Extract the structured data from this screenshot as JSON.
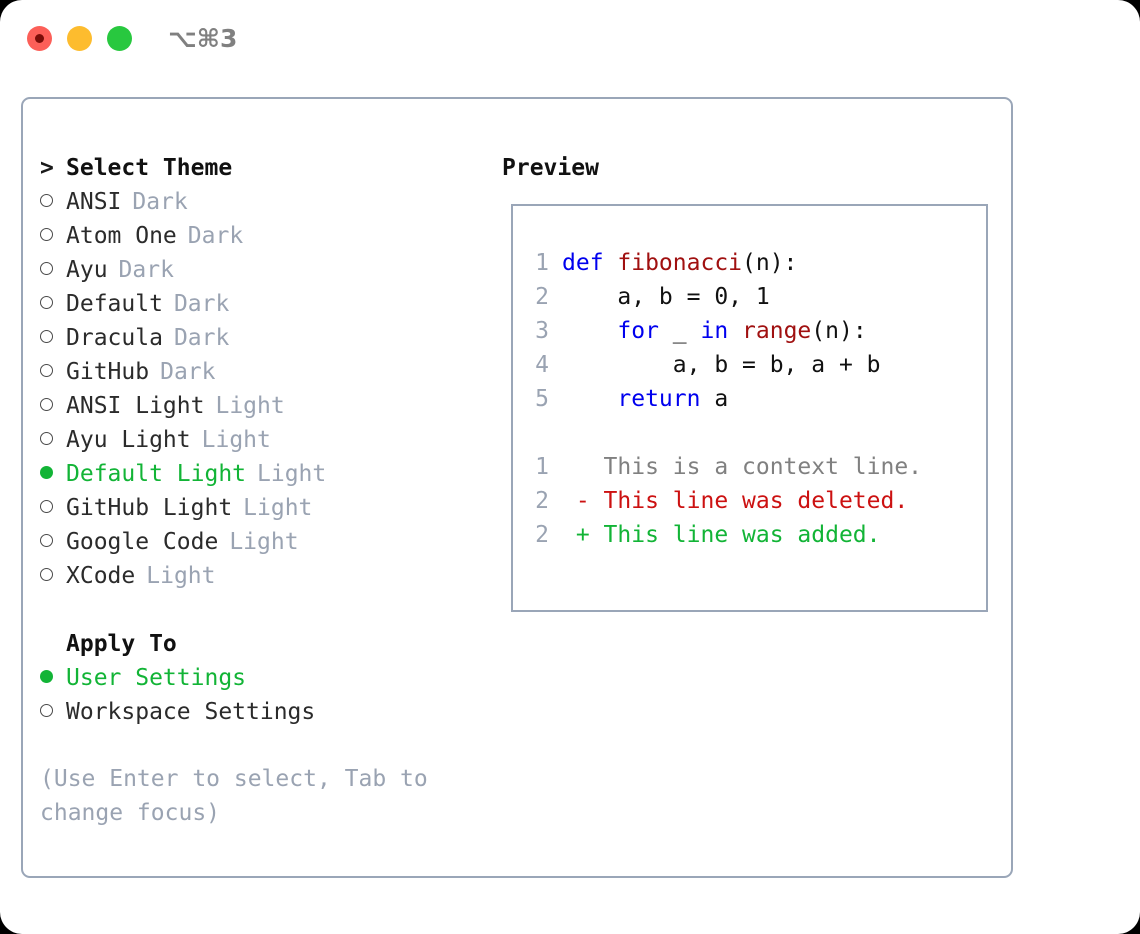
{
  "titlebar": {
    "shortcut": "⌥⌘3",
    "buttons": [
      {
        "name": "close",
        "color": "#fc5f58"
      },
      {
        "name": "minimize",
        "color": "#fdbc2e"
      },
      {
        "name": "maximize",
        "color": "#28c83f"
      }
    ]
  },
  "accent_color": "#12b436",
  "selector": {
    "header": {
      "prompt": ">",
      "label": "Select Theme"
    },
    "items": [
      {
        "marker": "○",
        "label": "ANSI",
        "tag": "Dark",
        "selected": false
      },
      {
        "marker": "○",
        "label": "Atom One",
        "tag": "Dark",
        "selected": false
      },
      {
        "marker": "○",
        "label": "Ayu",
        "tag": "Dark",
        "selected": false
      },
      {
        "marker": "○",
        "label": "Default",
        "tag": "Dark",
        "selected": false
      },
      {
        "marker": "○",
        "label": "Dracula",
        "tag": "Dark",
        "selected": false
      },
      {
        "marker": "○",
        "label": "GitHub",
        "tag": "Dark",
        "selected": false
      },
      {
        "marker": "○",
        "label": "ANSI Light",
        "tag": "Light",
        "selected": false
      },
      {
        "marker": "○",
        "label": "Ayu Light",
        "tag": "Light",
        "selected": false
      },
      {
        "marker": "●",
        "label": "Default Light",
        "tag": "Light",
        "selected": true
      },
      {
        "marker": "○",
        "label": "GitHub Light",
        "tag": "Light",
        "selected": false
      },
      {
        "marker": "○",
        "label": "Google Code",
        "tag": "Light",
        "selected": false
      },
      {
        "marker": "○",
        "label": "XCode",
        "tag": "Light",
        "selected": false
      }
    ]
  },
  "apply_to": {
    "header": "Apply To",
    "items": [
      {
        "marker": "●",
        "label": "User Settings",
        "selected": true
      },
      {
        "marker": "○",
        "label": "Workspace Settings",
        "selected": false
      }
    ]
  },
  "hint": "(Use Enter to select, Tab to change focus)",
  "preview": {
    "title": "Preview",
    "code_lines": [
      {
        "num": "1",
        "tokens": [
          {
            "t": "def ",
            "c": "kw"
          },
          {
            "t": "fibonacci",
            "c": "fn"
          },
          {
            "t": "(n):",
            "c": "plain"
          }
        ]
      },
      {
        "num": "2",
        "tokens": [
          {
            "t": "    a, b = 0, 1",
            "c": "plain"
          }
        ]
      },
      {
        "num": "3",
        "tokens": [
          {
            "t": "    for ",
            "c": "kw"
          },
          {
            "t": "_ ",
            "c": "plain"
          },
          {
            "t": "in ",
            "c": "kw"
          },
          {
            "t": "range",
            "c": "fn"
          },
          {
            "t": "(n):",
            "c": "plain"
          }
        ]
      },
      {
        "num": "4",
        "tokens": [
          {
            "t": "        a, b = b, a + b",
            "c": "plain"
          }
        ]
      },
      {
        "num": "5",
        "tokens": [
          {
            "t": "    return ",
            "c": "kw"
          },
          {
            "t": "a",
            "c": "plain"
          }
        ]
      }
    ],
    "diff_lines": [
      {
        "num": "1",
        "text": "   This is a context line.",
        "kind": "ctx"
      },
      {
        "num": "2",
        "text": " - This line was deleted.",
        "kind": "del"
      },
      {
        "num": "2",
        "text": " + This line was added.",
        "kind": "add"
      }
    ]
  }
}
